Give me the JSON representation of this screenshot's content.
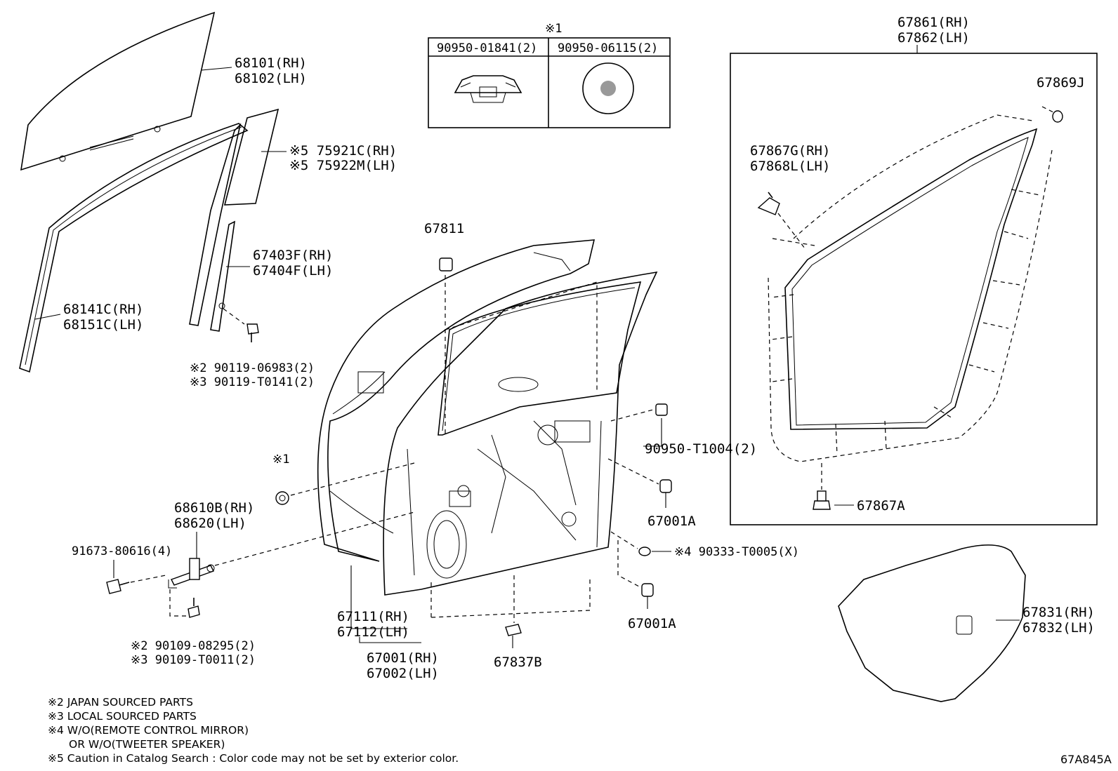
{
  "callouts": {
    "c1_mark": "※1",
    "c1_left": "90950-01841(2)",
    "c1_right": "90950-06115(2)",
    "glass_rh": "68101(RH)",
    "glass_lh": "68102(LH)",
    "garnish_rh": "※5 75921C(RH)",
    "garnish_lh": "※5 75922M(LH)",
    "channel_rh": "67403F(RH)",
    "channel_lh": "67404F(LH)",
    "run_rh": "68141C(RH)",
    "run_lh": "68151C(LH)",
    "bolt_j": "※2 90119-06983(2)",
    "bolt_l": "※3 90119-T0141(2)",
    "stopper": "67811",
    "ws_rh": "67861(RH)",
    "ws_lh": "67862(LH)",
    "clip_j": "67869J",
    "clip_g_rh": "67867G(RH)",
    "clip_l_lh": "67868L(LH)",
    "clip_a": "67867A",
    "plug_t1004": "90950-T1004(2)",
    "mark_1": "※1",
    "cushion_a1": "67001A",
    "cushion_a2": "67001A",
    "check_rh": "68610B(RH)",
    "check_lh": "68620(LH)",
    "bolt_91673": "91673-80616(4)",
    "hole_plug": "※4 90333-T0005(X)",
    "panel_rh": "67111(RH)",
    "panel_lh": "67112(LH)",
    "door_rh": "67001(RH)",
    "door_lh": "67002(LH)",
    "bolt_j2": "※2 90109-08295(2)",
    "bolt_l2": "※3 90109-T0011(2)",
    "clip_b": "67837B",
    "cover_rh": "67831(RH)",
    "cover_lh": "67832(LH)"
  },
  "notes": [
    "※2 JAPAN SOURCED PARTS",
    "※3 LOCAL SOURCED PARTS",
    "※4 W/O(REMOTE CONTROL MIRROR)",
    "OR W/O(TWEETER SPEAKER)",
    "※5 Caution in Catalog Search : Color code may not be set by exterior color."
  ],
  "diagram_ref": "67A845A"
}
